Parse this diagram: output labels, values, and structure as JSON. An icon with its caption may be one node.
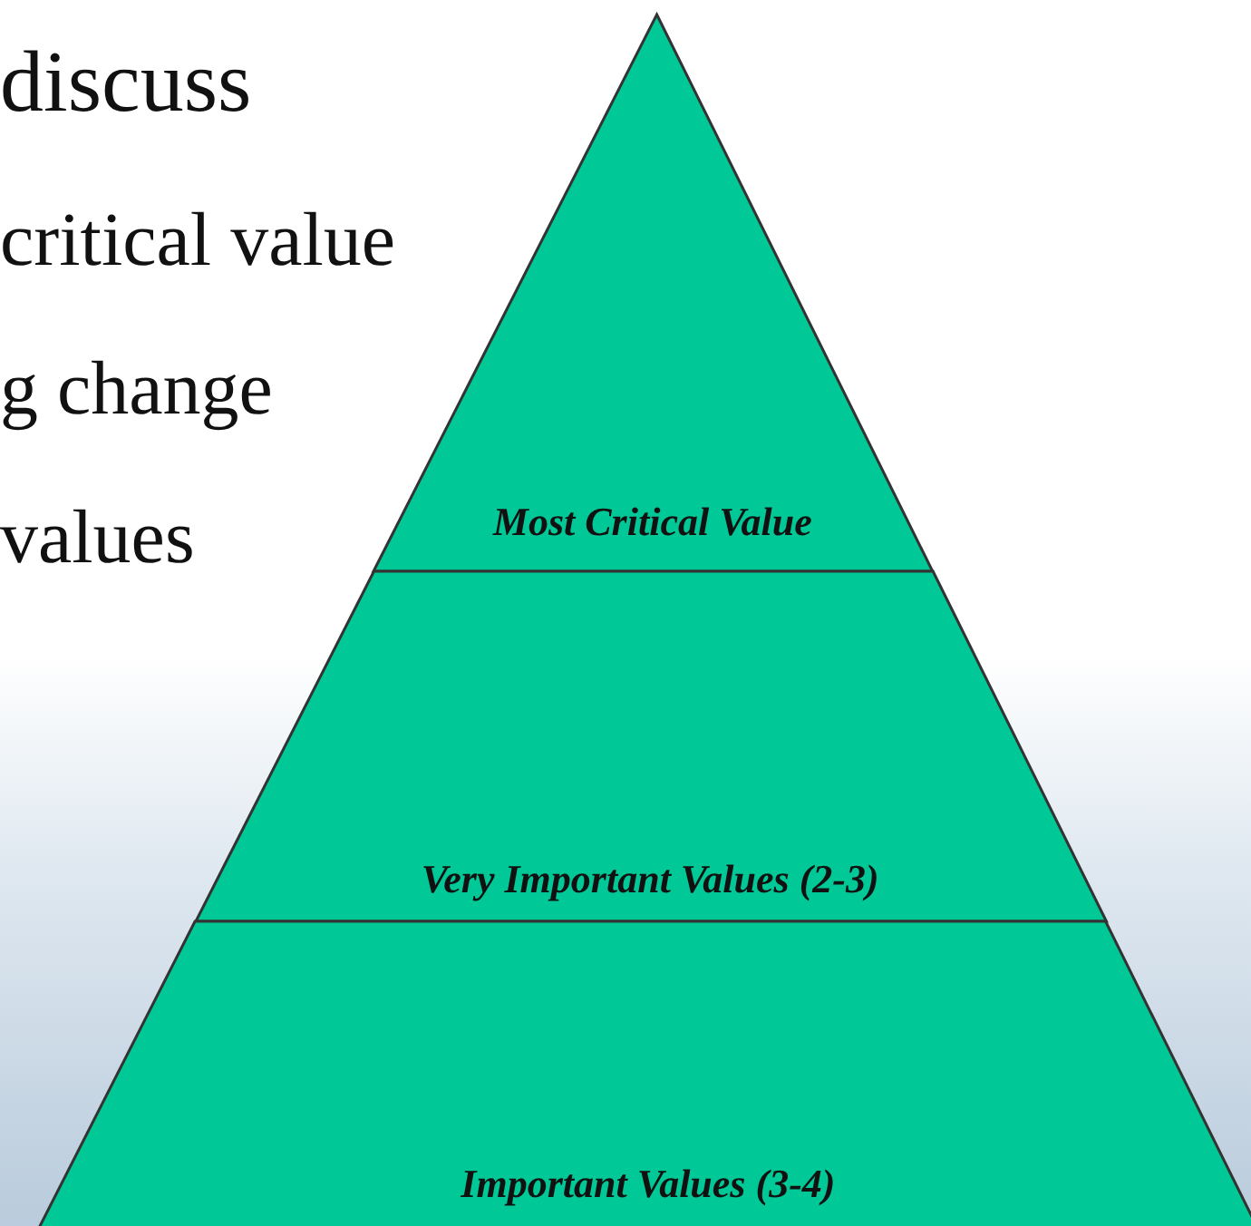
{
  "diagram": {
    "nodes": [
      {
        "text": [
          "Most Critical Value"
        ]
      },
      {
        "text": [
          "Very Important Values (2-3)"
        ]
      },
      {
        "text": [
          "Important Values (3-4)"
        ]
      }
    ],
    "labels": [
      "discuss",
      "critical value",
      "g change",
      "values"
    ]
  }
}
